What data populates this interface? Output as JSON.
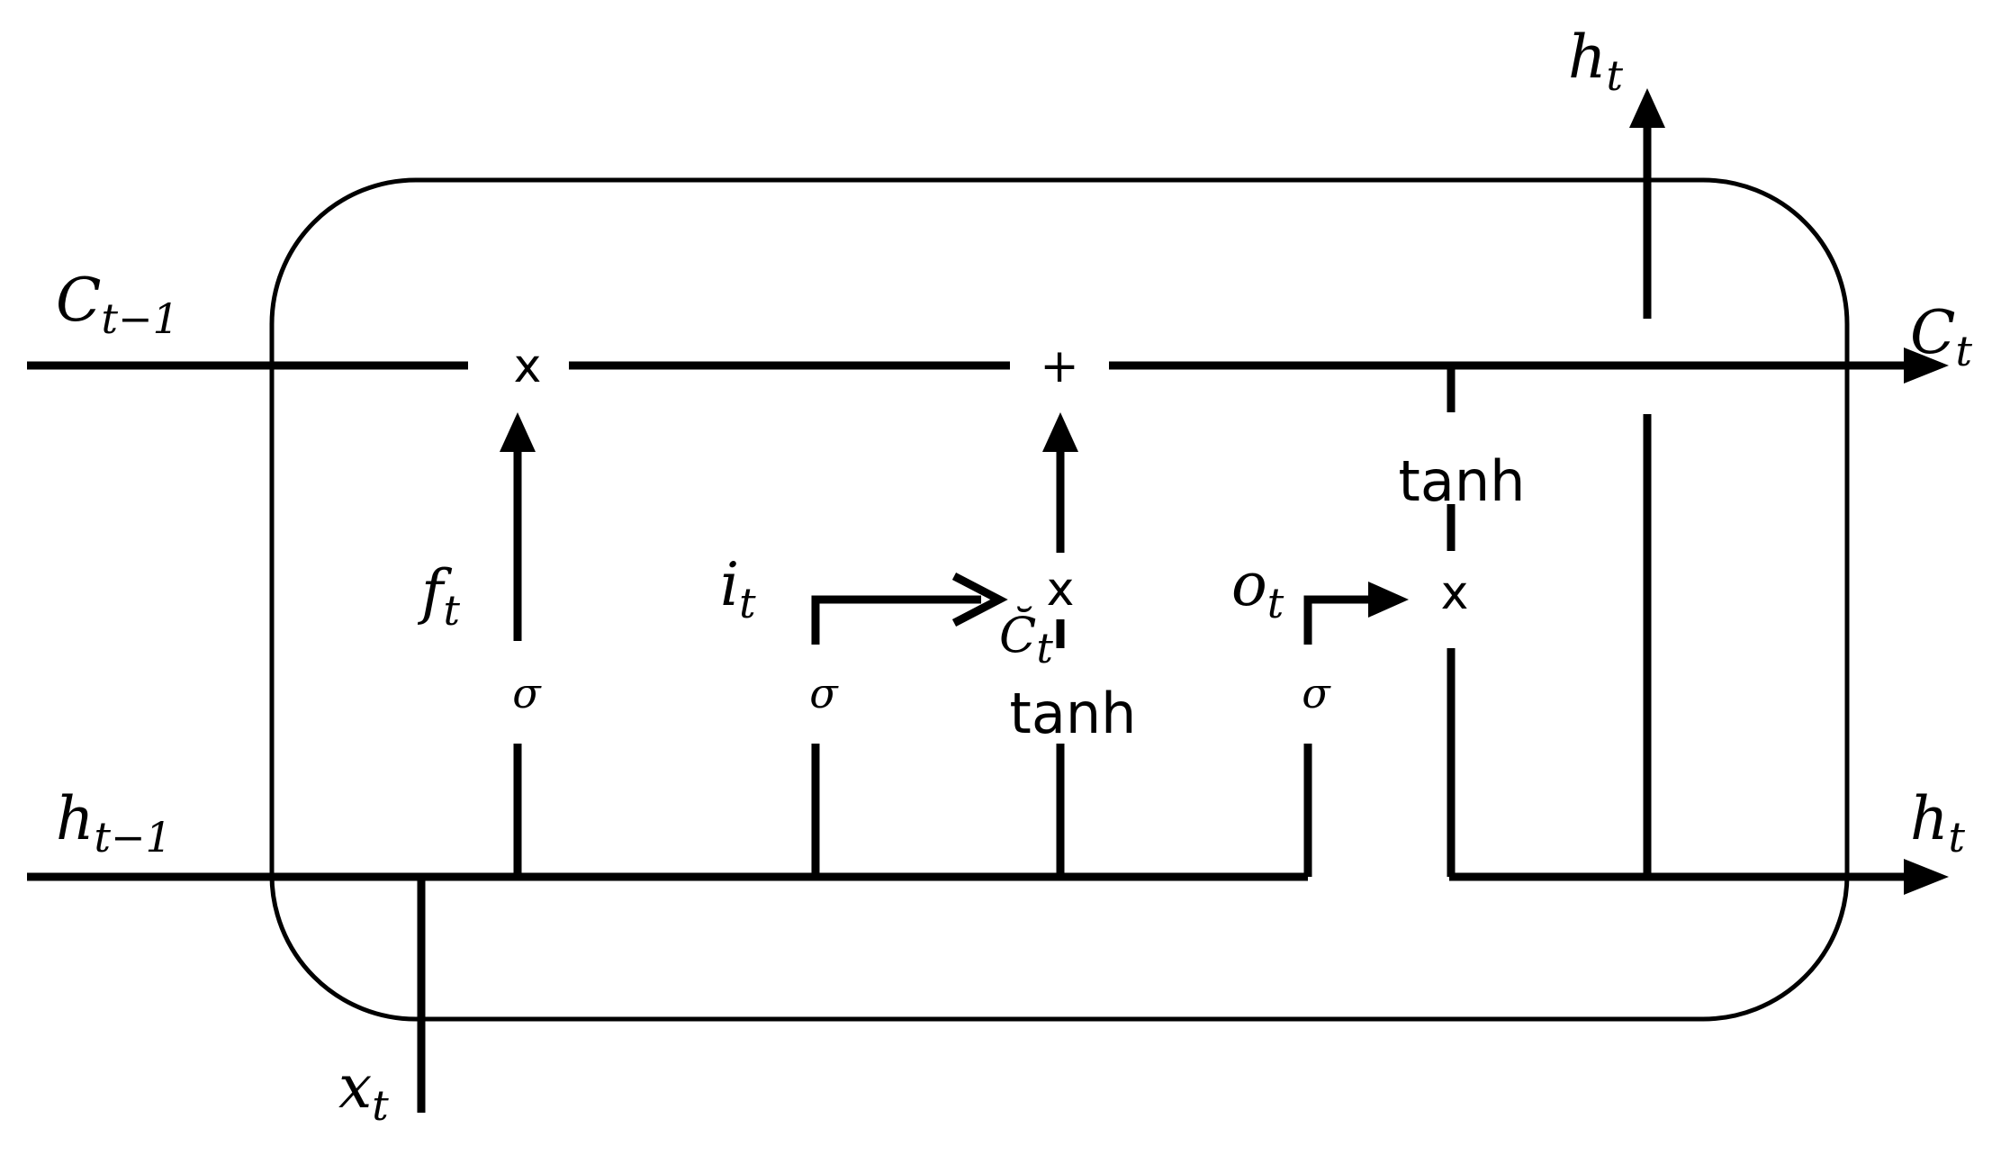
{
  "labels": {
    "c_prev": {
      "main": "C",
      "sub": "t−1"
    },
    "c_next": {
      "main": "C",
      "sub": "t"
    },
    "h_prev": {
      "main": "h",
      "sub": "t−1"
    },
    "h_next": {
      "main": "h",
      "sub": "t"
    },
    "h_out_top": {
      "main": "h",
      "sub": "t"
    },
    "x_in": {
      "main": "x",
      "sub": "t"
    },
    "forget_gate": {
      "main": "f",
      "sub": "t"
    },
    "input_gate": {
      "main": "i",
      "sub": "t"
    },
    "output_gate": {
      "main": "o",
      "sub": "t"
    },
    "candidate": {
      "main": "C̆",
      "sub": "t"
    }
  },
  "operators": {
    "mult_forget": "x",
    "add_cell": "+",
    "mult_input": "x",
    "mult_output": "x"
  },
  "activations": {
    "sigma_forget": "σ",
    "sigma_input": "σ",
    "sigma_output": "σ",
    "tanh_candidate": "tanh",
    "tanh_cell": "tanh"
  }
}
